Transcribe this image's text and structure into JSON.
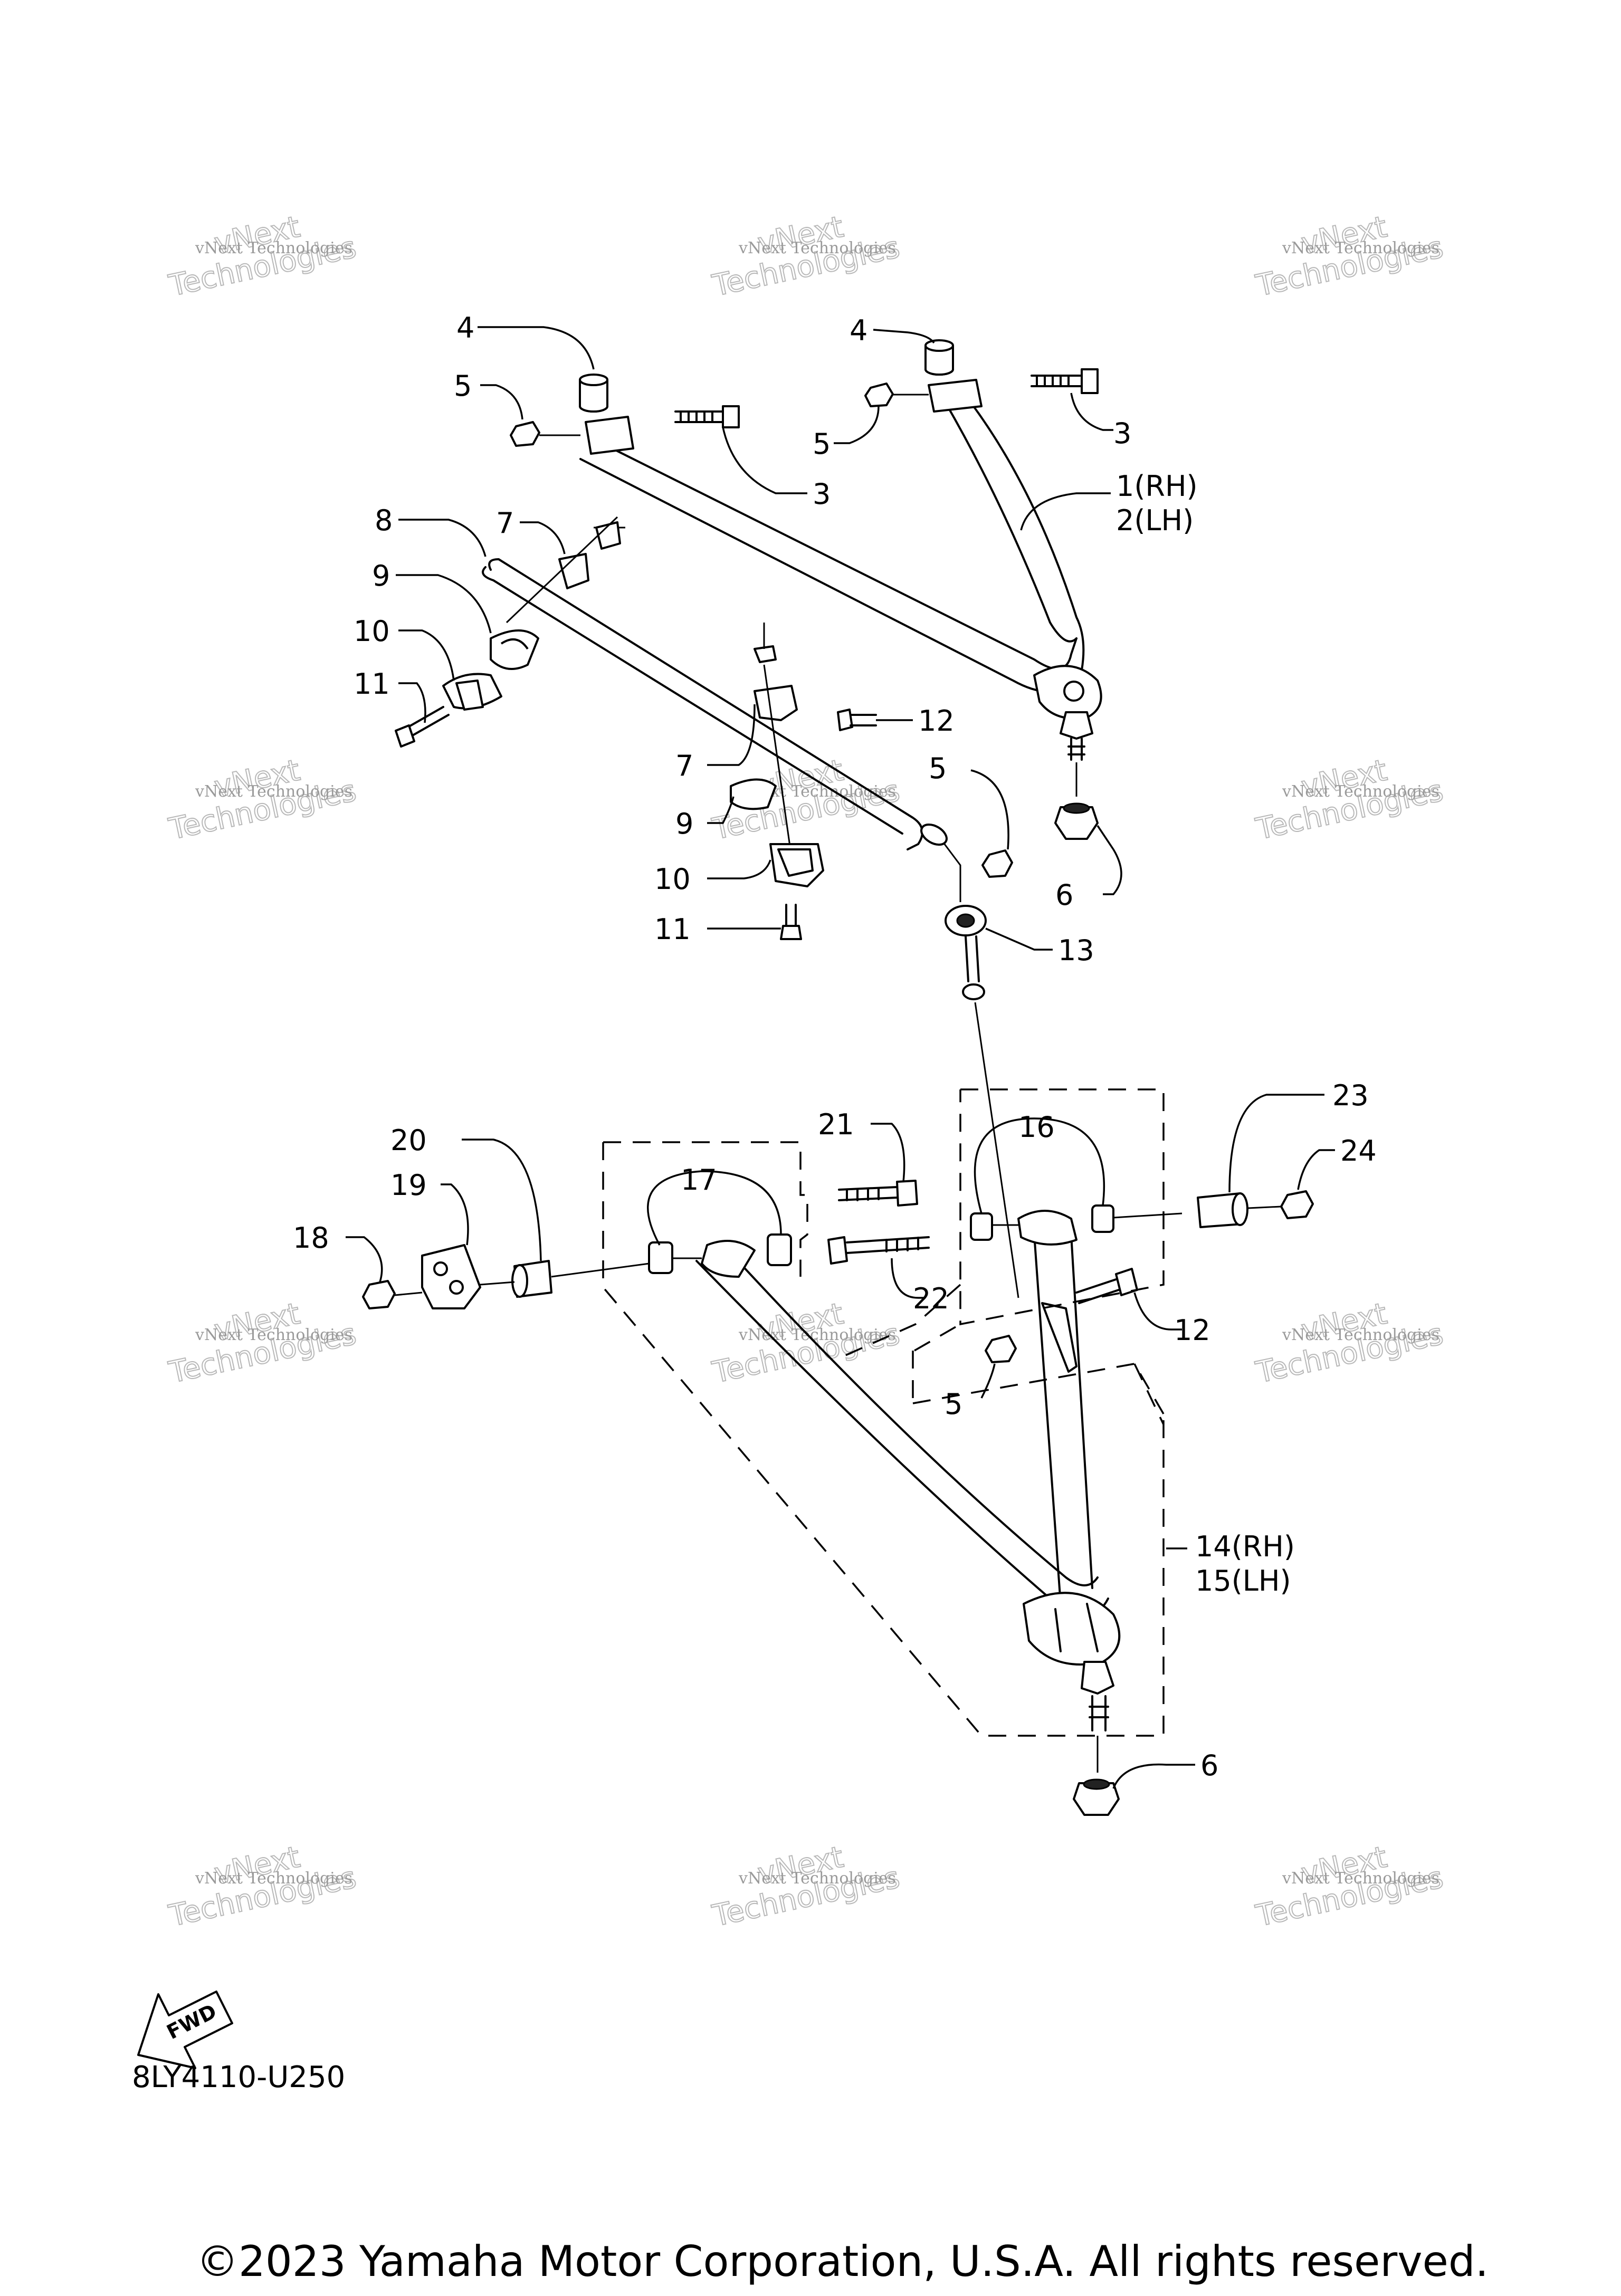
{
  "callouts": {
    "c1": "1(RH)",
    "c2": "2(LH)",
    "c3a": "3",
    "c3b": "3",
    "c4a": "4",
    "c4b": "4",
    "c5a": "5",
    "c5b": "5",
    "c5c": "5",
    "c5d": "5",
    "c6a": "6",
    "c6b": "6",
    "c7a": "7",
    "c7b": "7",
    "c8": "8",
    "c9a": "9",
    "c9b": "9",
    "c10a": "10",
    "c10b": "10",
    "c11a": "11",
    "c11b": "11",
    "c12a": "12",
    "c12b": "12",
    "c13": "13",
    "c14": "14(RH)",
    "c15": "15(LH)",
    "c16": "16",
    "c17": "17",
    "c18": "18",
    "c19": "19",
    "c20": "20",
    "c21": "21",
    "c22": "22",
    "c23": "23",
    "c24": "24"
  },
  "watermark": {
    "line1": "vNext Technologies",
    "brand": "vNext",
    "word": "Technologies"
  },
  "fwd_label": "FWD",
  "part_code": "8LY4110-U250",
  "copyright": "©2023 Yamaha Motor Corporation, U.S.A. All rights reserved."
}
